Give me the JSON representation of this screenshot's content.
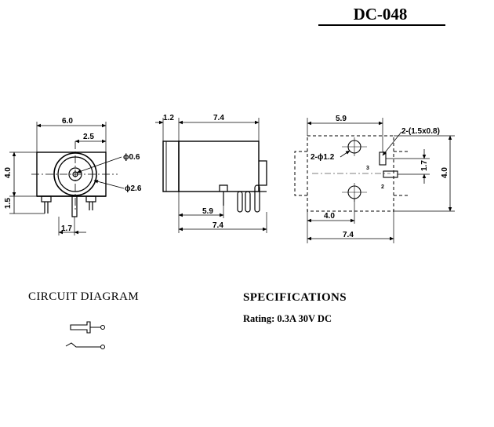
{
  "title": "DC-048",
  "front_view": {
    "width_label": "6.0",
    "offset_label": "2.5",
    "height_label": "4.0",
    "pin_height_label": "1.5",
    "pin_pitch_label": "1.7",
    "hole_dia_label": "ϕ0.6",
    "pin_dia_label": "ϕ2.6"
  },
  "side_view": {
    "flange_label": "1.2",
    "body_label": "7.4",
    "pin_pos_label": "5.9",
    "total_label": "7.4"
  },
  "pcb_view": {
    "top_label": "5.9",
    "slot_label": "2-(1.5x0.8)",
    "hole_label": "2-ϕ1.2",
    "pin3_label": "3",
    "pin2_label": "2",
    "pin_gap_label": "1.7",
    "height_label": "4.0",
    "hole_pos_label": "4.0",
    "total_label": "7.4"
  },
  "circuit": {
    "heading": "CIRCUIT DIAGRAM"
  },
  "specifications": {
    "heading": "SPECIFICATIONS",
    "rating": "Rating: 0.3A 30V DC"
  }
}
